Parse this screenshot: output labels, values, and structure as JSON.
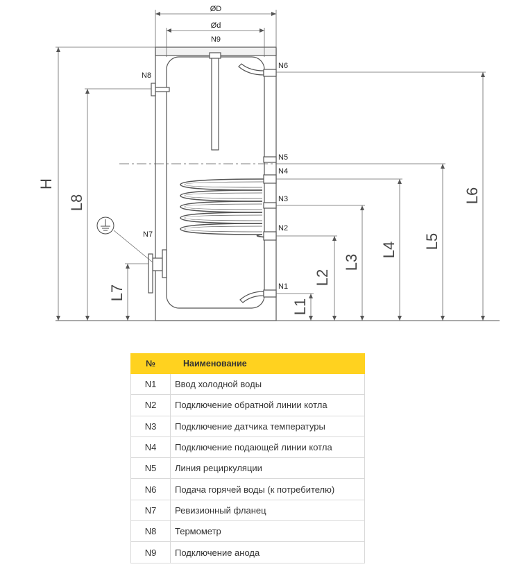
{
  "labels": {
    "dim_D": "ØD",
    "dim_d": "Ød",
    "H": "H",
    "L1": "L1",
    "L2": "L2",
    "L3": "L3",
    "L4": "L4",
    "L5": "L5",
    "L6": "L6",
    "L7": "L7",
    "L8": "L8"
  },
  "connections": {
    "N1": "N1",
    "N2": "N2",
    "N3": "N3",
    "N4": "N4",
    "N5": "N5",
    "N6": "N6",
    "N7": "N7",
    "N8": "N8",
    "N9": "N9"
  },
  "icons": {
    "ground": "ground-symbol-icon"
  },
  "colors": {
    "header": "#ffd21f",
    "line": "#555555"
  },
  "table": {
    "headers": [
      "№",
      "Наименование"
    ],
    "rows": [
      {
        "no": "N1",
        "name": "Ввод холодной воды"
      },
      {
        "no": "N2",
        "name": "Подключение обратной линии котла"
      },
      {
        "no": "N3",
        "name": "Подключение датчика температуры"
      },
      {
        "no": "N4",
        "name": "Подключение подающей линии котла"
      },
      {
        "no": "N5",
        "name": "Линия рециркуляции"
      },
      {
        "no": "N6",
        "name": "Подача горячей воды (к потребителю)"
      },
      {
        "no": "N7",
        "name": "Ревизионный фланец"
      },
      {
        "no": "N8",
        "name": "Термометр"
      },
      {
        "no": "N9",
        "name": "Подключение анода"
      }
    ]
  }
}
